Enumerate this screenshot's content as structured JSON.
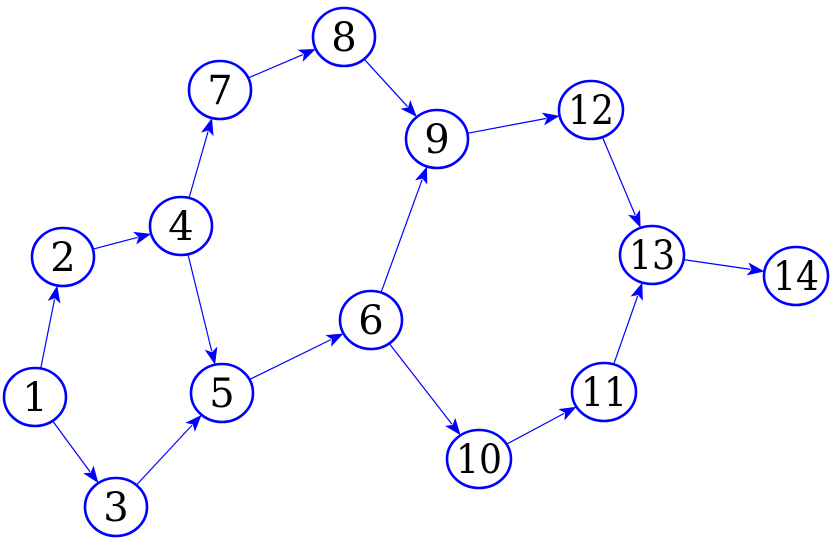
{
  "graph": {
    "colors": {
      "edge": "#0000ff",
      "node_stroke": "#0000ff",
      "node_fill": "#ffffff",
      "label": "#000000"
    },
    "nodes": [
      {
        "id": "1",
        "label": "1"
      },
      {
        "id": "2",
        "label": "2"
      },
      {
        "id": "3",
        "label": "3"
      },
      {
        "id": "4",
        "label": "4"
      },
      {
        "id": "5",
        "label": "5"
      },
      {
        "id": "6",
        "label": "6"
      },
      {
        "id": "7",
        "label": "7"
      },
      {
        "id": "8",
        "label": "8"
      },
      {
        "id": "9",
        "label": "9"
      },
      {
        "id": "10",
        "label": "10"
      },
      {
        "id": "11",
        "label": "11"
      },
      {
        "id": "12",
        "label": "12"
      },
      {
        "id": "13",
        "label": "13"
      },
      {
        "id": "14",
        "label": "14"
      }
    ],
    "edges": [
      {
        "from": "1",
        "to": "2"
      },
      {
        "from": "1",
        "to": "3"
      },
      {
        "from": "2",
        "to": "4"
      },
      {
        "from": "3",
        "to": "5"
      },
      {
        "from": "4",
        "to": "7"
      },
      {
        "from": "4",
        "to": "5"
      },
      {
        "from": "5",
        "to": "6"
      },
      {
        "from": "7",
        "to": "8"
      },
      {
        "from": "8",
        "to": "9"
      },
      {
        "from": "6",
        "to": "9"
      },
      {
        "from": "6",
        "to": "10"
      },
      {
        "from": "9",
        "to": "12"
      },
      {
        "from": "10",
        "to": "11"
      },
      {
        "from": "12",
        "to": "13"
      },
      {
        "from": "11",
        "to": "13"
      },
      {
        "from": "13",
        "to": "14"
      }
    ]
  }
}
